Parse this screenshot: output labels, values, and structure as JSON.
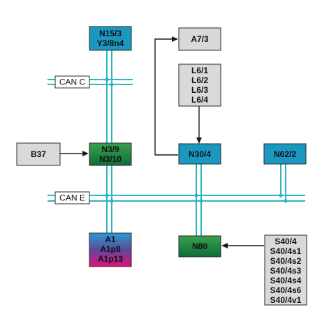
{
  "colors": {
    "bus_line": "#2fb3c6",
    "node_blue": "#1a98c0",
    "node_gray": "#d9d9d9",
    "node_green_top": "#3aa14c",
    "node_green_bottom": "#0d6d3c",
    "node_multi_top": "#2a9ad1",
    "node_multi_mid": "#5a4a9a",
    "node_multi_bottom": "#e0117a",
    "junction_dot": "#2fb3c6",
    "arrow": "#1a1a1a",
    "bus_label_bg": "#ffffff"
  },
  "buses": {
    "can_c": {
      "label": "CAN C"
    },
    "can_e": {
      "label": "CAN E"
    }
  },
  "nodes": {
    "n15": {
      "lines": [
        "N15/3",
        "Y3/8n4"
      ]
    },
    "a7": {
      "lines": [
        "A7/3"
      ]
    },
    "l6": {
      "lines": [
        "L6/1",
        "L6/2",
        "L6/3",
        "L6/4"
      ]
    },
    "b37": {
      "lines": [
        "B37"
      ]
    },
    "n3": {
      "lines": [
        "N3/9",
        "N3/10"
      ]
    },
    "n30": {
      "lines": [
        "N30/4"
      ]
    },
    "n62": {
      "lines": [
        "N62/2"
      ]
    },
    "a1": {
      "lines": [
        "A1",
        "A1p8",
        "A1p13"
      ]
    },
    "n80": {
      "lines": [
        "N80"
      ]
    },
    "s40": {
      "lines": [
        "S40/4",
        "S40/4s1",
        "S40/4s2",
        "S40/4s3",
        "S40/4s4",
        "S40/4s6",
        "S40/4v1"
      ]
    }
  }
}
